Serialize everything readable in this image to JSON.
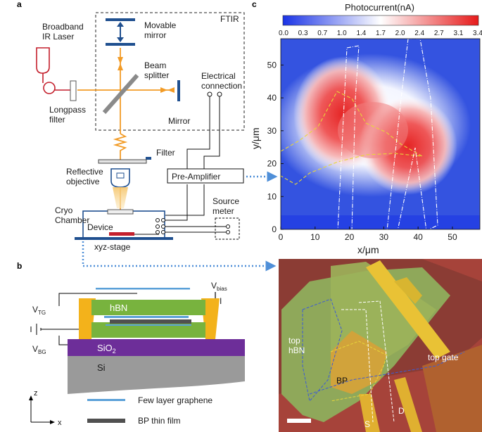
{
  "panel_labels": {
    "a": "a",
    "b": "b",
    "c": "c"
  },
  "setup": {
    "laser": [
      "Broadband",
      "IR Laser"
    ],
    "movable_mirror": [
      "Movable",
      "mirror"
    ],
    "ftir": "FTIR",
    "beam_splitter": [
      "Beam",
      "splitter"
    ],
    "electrical": [
      "Electrical",
      "connection"
    ],
    "mirror": "Mirror",
    "longpass": [
      "Longpass",
      "filter"
    ],
    "filter": "Filter",
    "reflective_objective": [
      "Reflective",
      "objective"
    ],
    "pre_amplifier": "Pre-Amplifier",
    "source_meter": [
      "Source",
      "meter"
    ],
    "cryo": [
      "Cryo",
      "Chamber"
    ],
    "device": "Device",
    "stage": "xyz-stage"
  },
  "device": {
    "vbias": "V",
    "vbias_sub": "bias",
    "current": "I",
    "vtg": "V",
    "vtg_sub": "TG",
    "vbg": "V",
    "vbg_sub": "BG",
    "hbn": "hBN",
    "sio2": "SiO",
    "sio2_sub": "2",
    "si": "Si",
    "axis_z": "z",
    "axis_x": "x",
    "legend": [
      {
        "label": "Few layer graphene",
        "color": "#5aa0d8"
      },
      {
        "label": "BP thin film",
        "color": "#505050"
      }
    ]
  },
  "micrograph": {
    "top_hbn": [
      "top",
      "hBN"
    ],
    "top_gate": "top gate",
    "bp": "BP",
    "s": "S",
    "d": "D"
  },
  "chart_data": {
    "type": "heatmap",
    "title": "Photocurrent(nA)",
    "xlabel": "x/μm",
    "ylabel": "y/μm",
    "xlim": [
      0,
      58
    ],
    "ylim": [
      0,
      58
    ],
    "xticks": [
      0,
      10,
      20,
      30,
      40,
      50
    ],
    "yticks": [
      0,
      10,
      20,
      30,
      40,
      50
    ],
    "colorbar_ticks": [
      "0.0",
      "0.3",
      "0.7",
      "1.0",
      "1.4",
      "1.7",
      "2.0",
      "2.4",
      "2.7",
      "3.1",
      "3.4"
    ],
    "color_range": [
      0.0,
      3.4
    ],
    "colormap": [
      "#1a33e6",
      "#ffffff",
      "#e61a1a"
    ],
    "hotspots": [
      {
        "x": 19,
        "y": 33,
        "value": 3.4
      },
      {
        "x": 37,
        "y": 21,
        "value": 3.4
      }
    ],
    "grid": false
  }
}
